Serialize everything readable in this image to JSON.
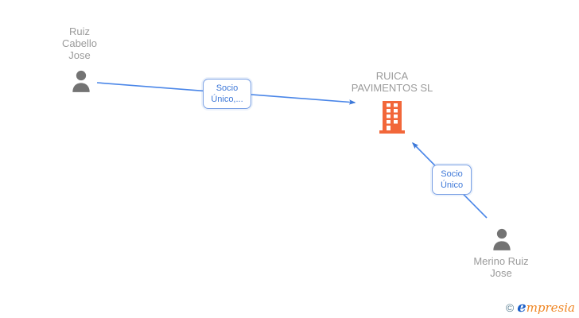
{
  "diagram": {
    "nodes": {
      "person1": {
        "name": "Ruiz\nCabello\nJose",
        "type": "person"
      },
      "company": {
        "name": "RUICA\nPAVIMENTOS SL",
        "type": "company"
      },
      "person2": {
        "name": "Merino Ruiz\nJose",
        "type": "person"
      }
    },
    "edges": {
      "edge1": {
        "label": "Socio\nÚnico,...",
        "from": "Ruiz Cabello Jose",
        "to": "RUICA PAVIMENTOS SL"
      },
      "edge2": {
        "label": "Socio\nÚnico",
        "from": "Merino Ruiz Jose",
        "to": "RUICA PAVIMENTOS SL"
      }
    }
  },
  "footer": {
    "copyright_symbol": "©",
    "logo_e": "e",
    "logo_rest": "mpresia"
  },
  "colors": {
    "edge_blue": "#4a86e8",
    "arrowhead_blue": "#3c78d8",
    "edge_label_text": "#3e78d8",
    "edge_label_border": "#7aa0e4",
    "node_text_gray": "#9b9b9b",
    "person_icon_gray": "#737373",
    "building_orange": "#f2673a",
    "logo_copy": "#5c8193",
    "logo_e_blue": "#1b5fc8",
    "logo_rest_orange": "#ef8522"
  }
}
